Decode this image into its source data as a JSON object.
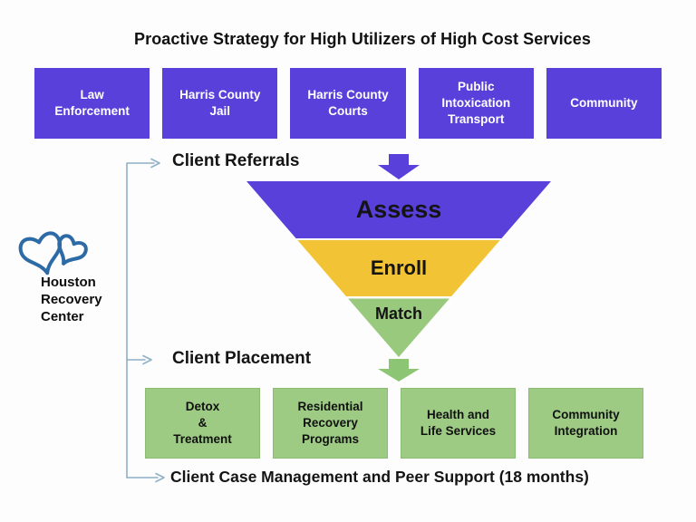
{
  "title": "Proactive Strategy for High Utilizers of High Cost Services",
  "logo": {
    "icon": "two-hearts-icon",
    "org_name": "Houston Recovery Center",
    "org_lines": "Houston\nRecovery\nCenter"
  },
  "referral_sources": [
    {
      "label": "Law\nEnforcement"
    },
    {
      "label": "Harris County\nJail"
    },
    {
      "label": "Harris County\nCourts"
    },
    {
      "label": "Public\nIntoxication\nTransport"
    },
    {
      "label": "Community"
    }
  ],
  "flow": {
    "referrals_label": "Client Referrals",
    "placement_label": "Client Placement",
    "case_management_label": "Client Case Management and Peer Support (18 months)"
  },
  "funnel": {
    "stages": [
      {
        "label": "Assess",
        "color": "#5a40db"
      },
      {
        "label": "Enroll",
        "color": "#f2c335"
      },
      {
        "label": "Match",
        "color": "#98c97d"
      }
    ]
  },
  "placement_services": [
    {
      "label": "Detox\n&\nTreatment"
    },
    {
      "label": "Residential\nRecovery\nPrograms"
    },
    {
      "label": "Health and\nLife Services"
    },
    {
      "label": "Community\nIntegration"
    }
  ],
  "colors": {
    "source_box": "#5a40db",
    "service_box": "#9dcb84",
    "funnel_purple": "#5a40db",
    "funnel_yellow": "#f2c335",
    "funnel_green": "#98c97d",
    "down_arrow_purple": "#5a40db",
    "down_arrow_green": "#8cc674",
    "connector_line": "#8fb0c6",
    "logo_blue": "#2d6ba6",
    "box_text": "#ffffff",
    "label_text": "#141414"
  }
}
